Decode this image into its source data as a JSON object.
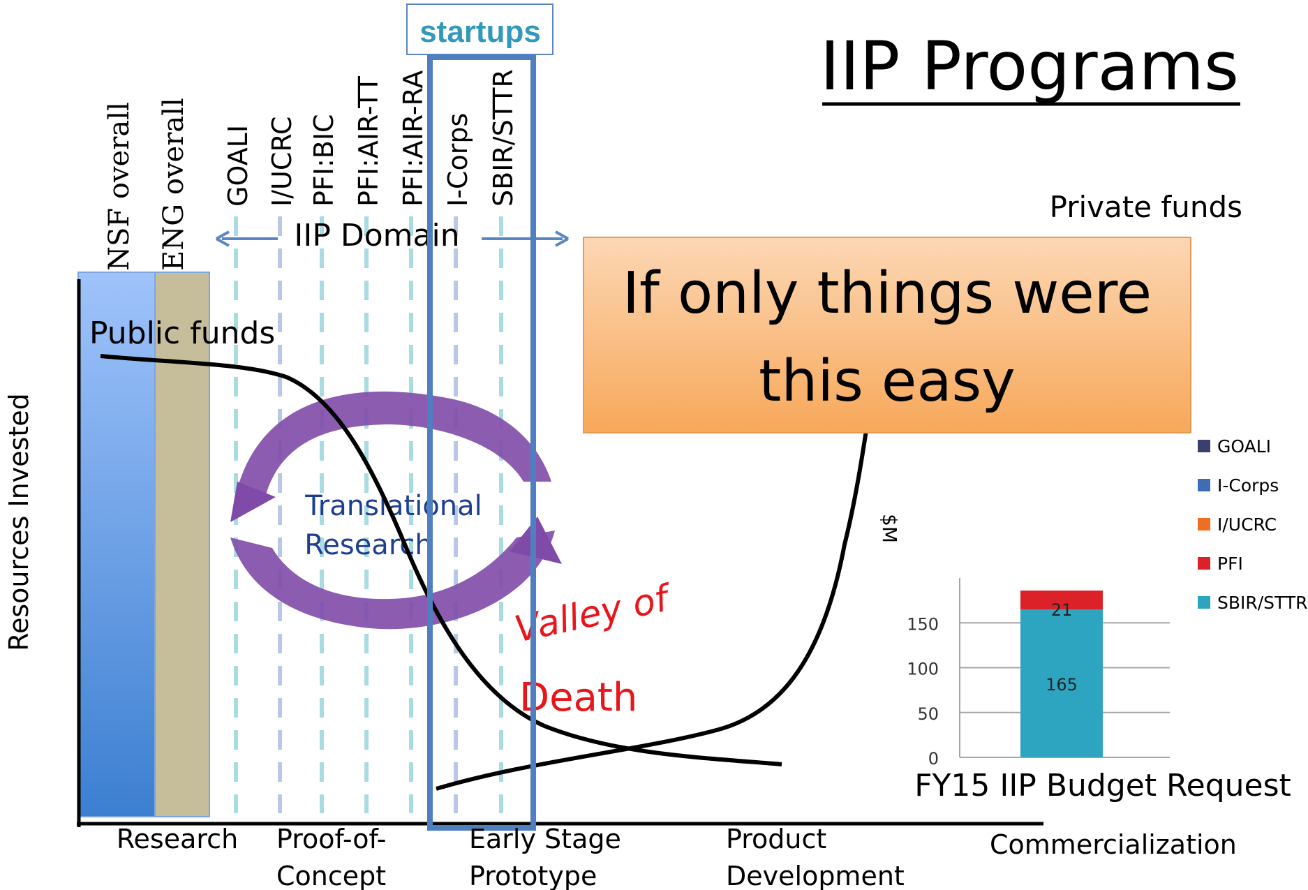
{
  "title": "IIP Programs",
  "startups_label": "startups",
  "iip_domain_label": "IIP Domain",
  "private_funds_label": "Private funds",
  "public_funds_label": "Public funds",
  "resources_label": "Resources Invested",
  "callout_lines": [
    "If only things were",
    "this easy"
  ],
  "valley_lines": [
    "Valley of",
    "Death"
  ],
  "translational_lines": [
    "Translational",
    "Research"
  ],
  "overall_bars": [
    "NSF overall",
    "ENG overall"
  ],
  "programs": [
    "GOALI",
    "I/UCRC",
    "PFI:BIC",
    "PFI:AIR-TT",
    "PFI:AIR-RA",
    "I-Corps",
    "SBIR/STTR"
  ],
  "stages": [
    {
      "lines": [
        "Research"
      ]
    },
    {
      "lines": [
        "Proof-of-",
        "Concept"
      ]
    },
    {
      "lines": [
        "Early Stage",
        "Prototype"
      ]
    },
    {
      "lines": [
        "Product",
        "Development"
      ]
    },
    {
      "lines": [
        "Commercialization"
      ]
    }
  ],
  "colors": {
    "nsf_bar": "#6f9fe6",
    "eng_bar": "#c6bd9b",
    "startups_text": "#3399bb",
    "frame_blue": "#4f7fbf",
    "callout": "#f9c38f",
    "translational_arrow": "#7f4aa8",
    "valley_text": "#e8151b",
    "goali": "#3b3f6e",
    "icorps": "#3e6db3",
    "iucrc": "#ef6e22",
    "pfi": "#dd2129",
    "sbir": "#2ea5c0"
  },
  "chart_data": {
    "type": "bar",
    "title": "FY15 IIP Budget Request",
    "ylabel": "$M",
    "yticks": [
      0,
      50,
      100,
      150
    ],
    "ylim": [
      0,
      200
    ],
    "legend": [
      "GOALI",
      "I-Corps",
      "I/UCRC",
      "PFI",
      "SBIR/STTR"
    ],
    "legend_position": "right",
    "series": [
      {
        "name": "SBIR/STTR",
        "values": [
          165
        ]
      },
      {
        "name": "PFI",
        "values": [
          21
        ]
      }
    ],
    "data_labels": [
      "165",
      "21"
    ]
  }
}
